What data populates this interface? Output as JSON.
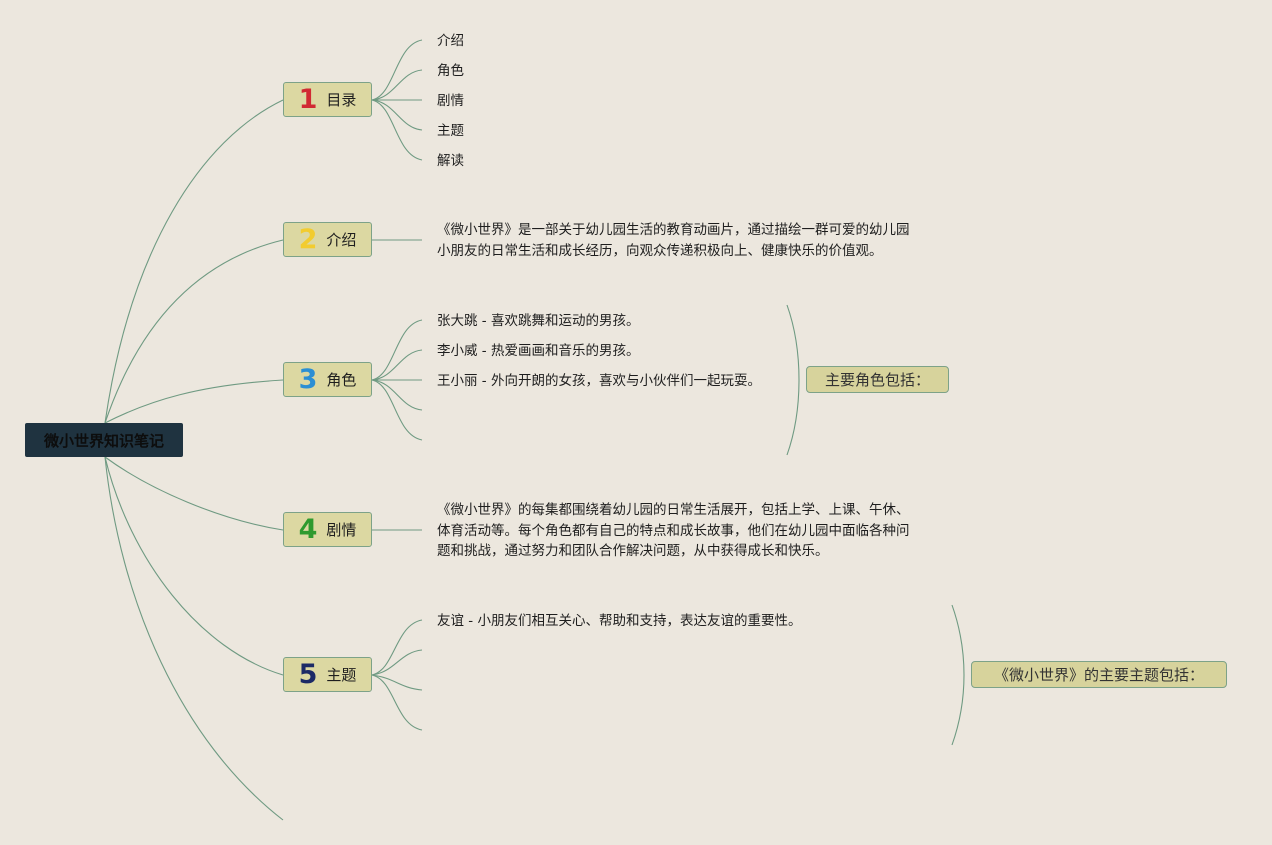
{
  "root": {
    "label": "微小世界知识笔记"
  },
  "branches": {
    "b1": {
      "number": "1",
      "label": "目录",
      "number_color": "#d12a33",
      "items": [
        "介绍",
        "角色",
        "剧情",
        "主题",
        "解读"
      ]
    },
    "b2": {
      "number": "2",
      "label": "介绍",
      "number_color": "#f2cc2f",
      "text": "《微小世界》是一部关于幼儿园生活的教育动画片，通过描绘一群可爱的幼儿园\n小朋友的日常生活和成长经历，向观众传递积极向上、健康快乐的价值观。"
    },
    "b3": {
      "number": "3",
      "label": "角色",
      "number_color": "#2b8fd4",
      "items": [
        "张大跳 - 喜欢跳舞和运动的男孩。",
        "李小威 - 热爱画画和音乐的男孩。",
        "王小丽 - 外向开朗的女孩，喜欢与小伙伴们一起玩耍。"
      ],
      "summary": "主要角色包括："
    },
    "b4": {
      "number": "4",
      "label": "剧情",
      "number_color": "#2e9a2e",
      "text": "《微小世界》的每集都围绕着幼儿园的日常生活展开，包括上学、上课、午休、\n体育活动等。每个角色都有自己的特点和成长故事，他们在幼儿园中面临各种问\n题和挑战，通过努力和团队合作解决问题，从中获得成长和快乐。"
    },
    "b5": {
      "number": "5",
      "label": "主题",
      "number_color": "#1c2a66",
      "items": [
        "友谊 - 小朋友们相互关心、帮助和支持，表达友谊的重要性。"
      ],
      "summary": "《微小世界》的主要主题包括："
    }
  },
  "colors": {
    "canvas": "#ece7de",
    "root_fill": "#1f3340",
    "branch_fill": "#dcd8a2",
    "connector": "#6f9a82"
  }
}
